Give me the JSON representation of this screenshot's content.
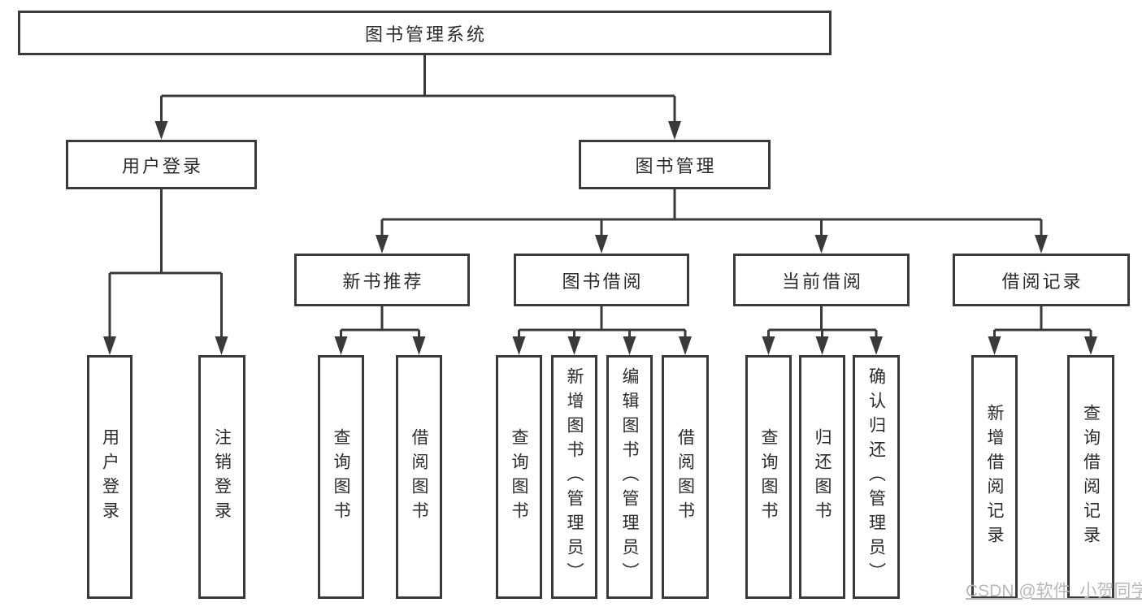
{
  "nodes": {
    "root": {
      "label": "图书管理系统"
    },
    "branches": {
      "user_login": {
        "label": "用户登录"
      },
      "book_mgmt": {
        "label": "图书管理"
      }
    },
    "modules": {
      "new_book_rec": {
        "label": "新书推荐"
      },
      "book_borrow": {
        "label": "图书借阅"
      },
      "current_borrow": {
        "label": "当前借阅"
      },
      "borrow_records": {
        "label": "借阅记录"
      }
    },
    "leaves": {
      "user_login": {
        "label": "用户登录"
      },
      "logout": {
        "label": "注销登录"
      },
      "query_book_rec": {
        "label": "查询图书"
      },
      "borrow_book_rec": {
        "label": "借阅图书"
      },
      "query_book_borrow": {
        "label": "查询图书"
      },
      "add_book_admin": {
        "label": "新增图书（管理员）"
      },
      "edit_book_admin": {
        "label": "编辑图书（管理员）"
      },
      "borrow_book_borrow": {
        "label": "借阅图书"
      },
      "query_book_current": {
        "label": "查询图书"
      },
      "return_book": {
        "label": "归还图书"
      },
      "confirm_return_admin": {
        "label": "确认归还（管理员）"
      },
      "add_borrow_record": {
        "label": "新增借阅记录"
      },
      "query_borrow_record": {
        "label": "查询借阅记录"
      }
    }
  },
  "tree": {
    "label": "图书管理系统",
    "children": [
      {
        "label": "用户登录",
        "children": [
          {
            "label": "用户登录"
          },
          {
            "label": "注销登录"
          }
        ]
      },
      {
        "label": "图书管理",
        "children": [
          {
            "label": "新书推荐",
            "children": [
              {
                "label": "查询图书"
              },
              {
                "label": "借阅图书"
              }
            ]
          },
          {
            "label": "图书借阅",
            "children": [
              {
                "label": "查询图书"
              },
              {
                "label": "新增图书（管理员）"
              },
              {
                "label": "编辑图书（管理员）"
              },
              {
                "label": "借阅图书"
              }
            ]
          },
          {
            "label": "当前借阅",
            "children": [
              {
                "label": "查询图书"
              },
              {
                "label": "归还图书"
              },
              {
                "label": "确认归还（管理员）"
              }
            ]
          },
          {
            "label": "借阅记录",
            "children": [
              {
                "label": "新增借阅记录"
              },
              {
                "label": "查询借阅记录"
              }
            ]
          }
        ]
      }
    ]
  },
  "watermark": {
    "text": "CSDN @软件_小贺同学"
  },
  "colors": {
    "line": "#3a3a3a",
    "border": "#3a3a3a",
    "text": "#2b2b2b",
    "watermark": "#b9b9b9",
    "background": "#ffffff"
  }
}
